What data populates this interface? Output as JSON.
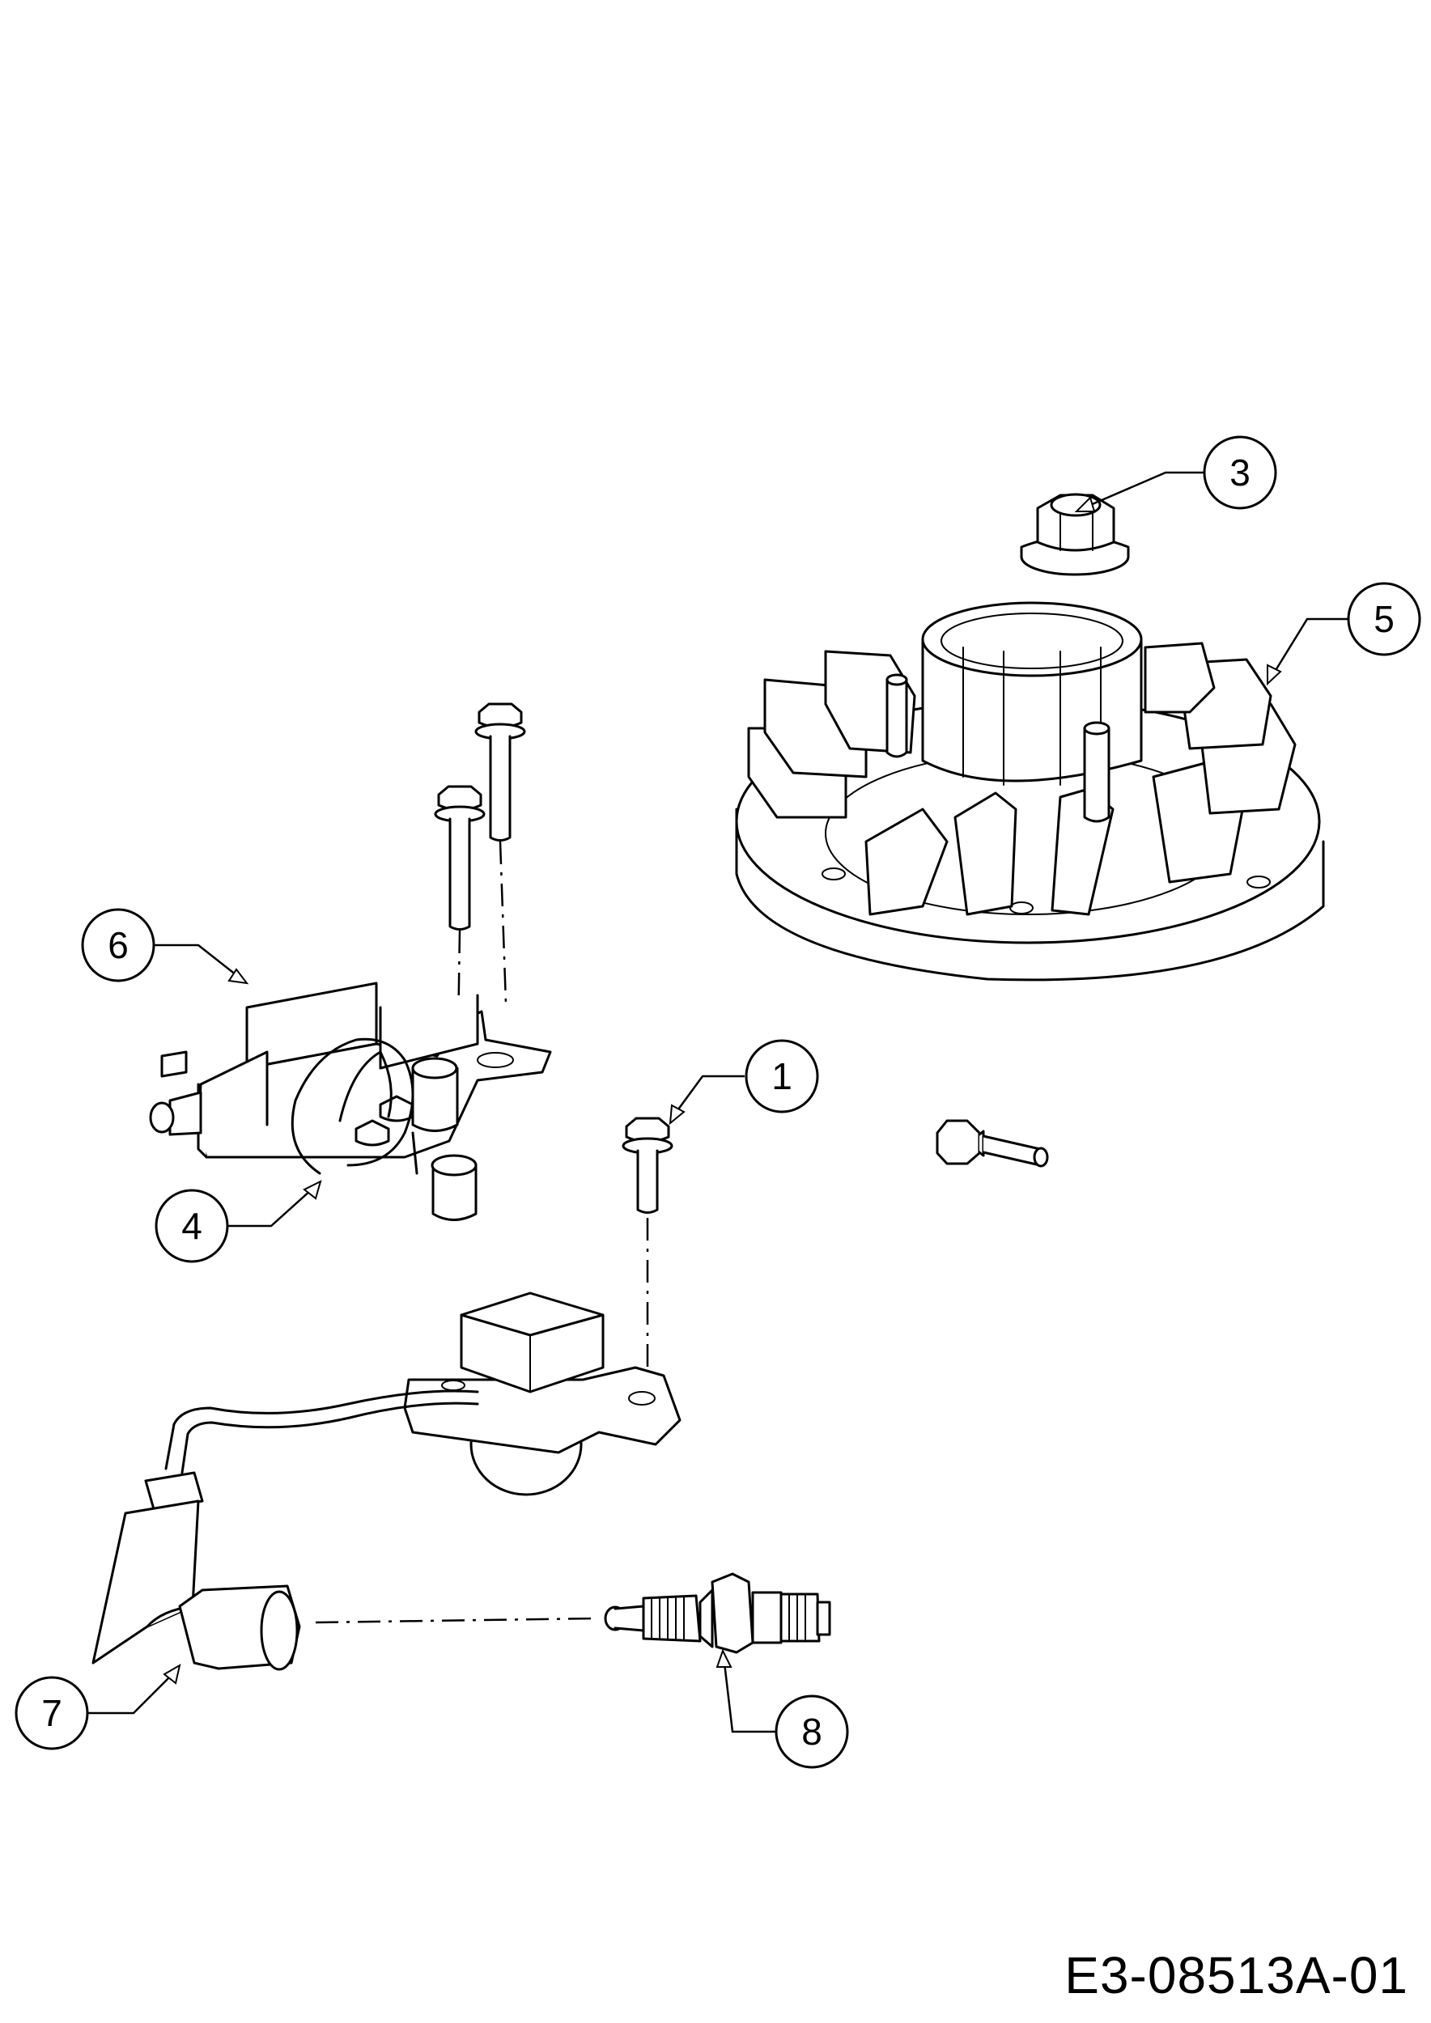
{
  "drawing_code": "E3-08513A-01",
  "callouts": [
    {
      "id": "1",
      "label": "1"
    },
    {
      "id": "3",
      "label": "3"
    },
    {
      "id": "4",
      "label": "4"
    },
    {
      "id": "5",
      "label": "5"
    },
    {
      "id": "6",
      "label": "6"
    },
    {
      "id": "7",
      "label": "7"
    },
    {
      "id": "8",
      "label": "8"
    }
  ]
}
